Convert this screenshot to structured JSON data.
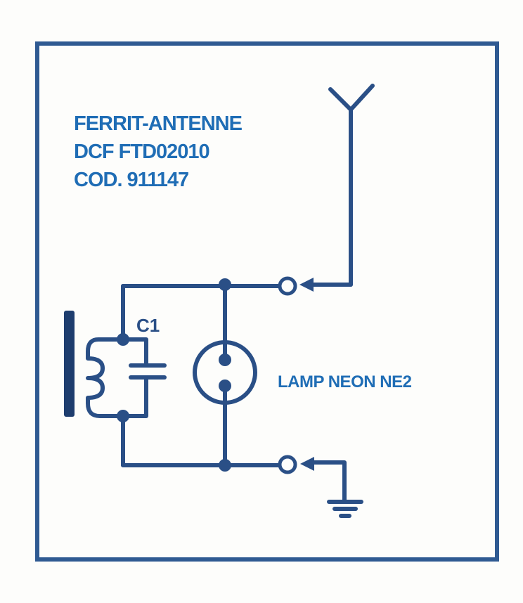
{
  "title": {
    "line1": "FERRIT-ANTENNE",
    "line2": "DCF FTD02010",
    "line3": "COD. 911147"
  },
  "labels": {
    "capacitor": "C1",
    "lamp": "LAMP NEON NE2"
  },
  "colors": {
    "frame": "#2f5a92",
    "wire": "#2a4f86",
    "text": "#1f6db5",
    "rod": "#1e3d6e",
    "background": "#fdfdfb"
  },
  "icons": {
    "antenna": "antenna-icon",
    "ground": "ground-icon",
    "lamp": "neon-lamp-icon",
    "coil": "inductor-coil-icon",
    "capacitor": "capacitor-icon"
  }
}
